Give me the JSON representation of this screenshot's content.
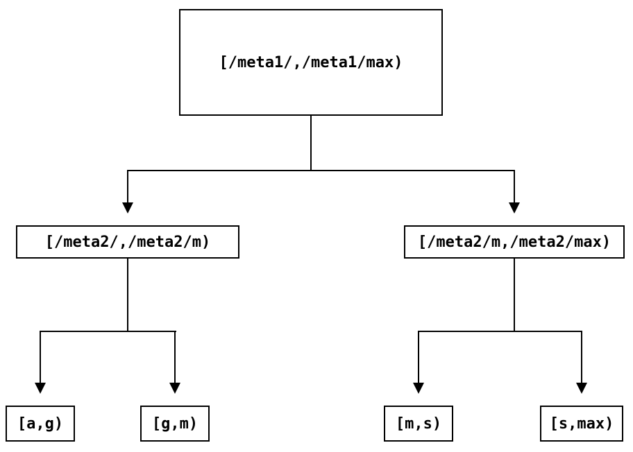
{
  "diagram": {
    "type": "interval-partition-tree",
    "colors": {
      "background": "#ffffff",
      "line": "#000000",
      "box_fill": "#ffffff",
      "text": "#000000"
    },
    "root": {
      "label": "[/meta1/,/meta1/max)"
    },
    "level2": [
      {
        "label": "[/meta2/,/meta2/m)"
      },
      {
        "label": "[/meta2/m,/meta2/max)"
      }
    ],
    "leaves": [
      {
        "label": "[a,g)"
      },
      {
        "label": "[g,m)"
      },
      {
        "label": "[m,s)"
      },
      {
        "label": "[s,max)"
      }
    ],
    "edges": [
      {
        "from": "root",
        "to": "level2.0"
      },
      {
        "from": "root",
        "to": "level2.1"
      },
      {
        "from": "level2.0",
        "to": "leaves.0"
      },
      {
        "from": "level2.0",
        "to": "leaves.1"
      },
      {
        "from": "level2.1",
        "to": "leaves.2"
      },
      {
        "from": "level2.1",
        "to": "leaves.3"
      }
    ]
  }
}
